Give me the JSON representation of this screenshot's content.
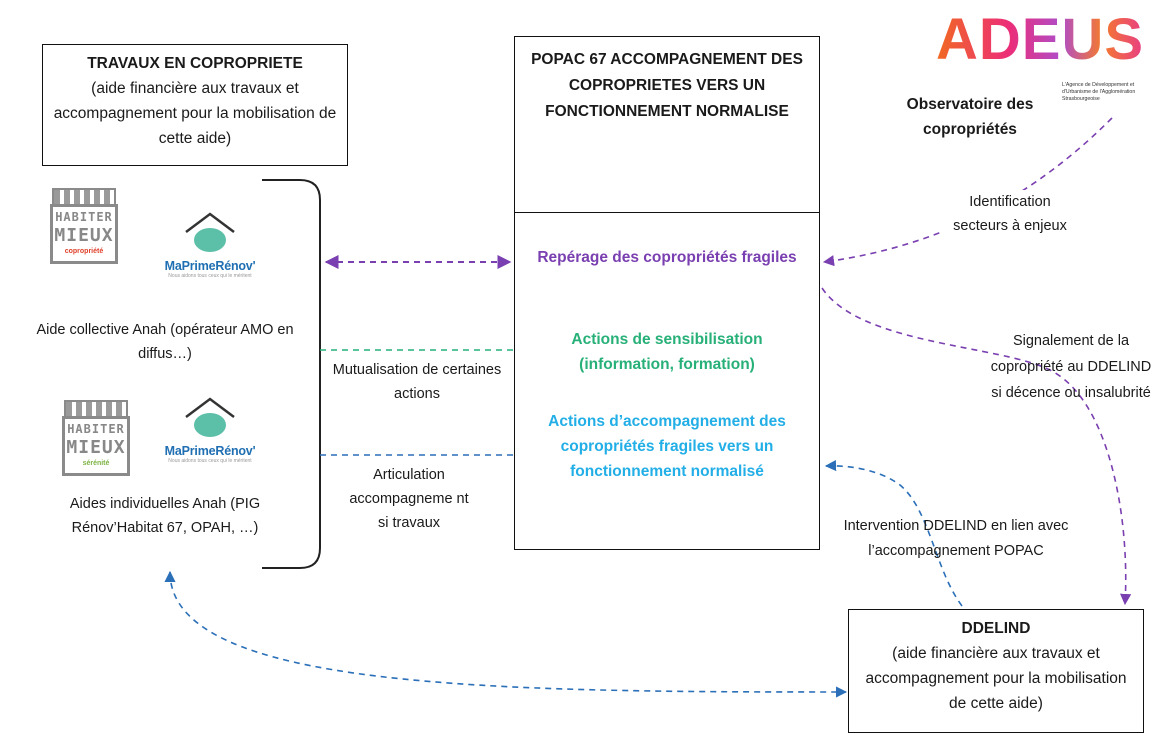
{
  "travaux": {
    "title": "TRAVAUX EN COPROPRIETE",
    "desc": "(aide financière aux travaux et accompagnement pour la mobilisation de cette aide)"
  },
  "popac": {
    "title": "POPAC 67 ACCOMPAGNEMENT DES COPROPRIETES VERS UN FONCTIONNEMENT NORMALISE",
    "action1": "Repérage des copropriétés fragiles",
    "action2": "Actions de sensibilisation (information, formation)",
    "action3": "Actions d’accompagnement des copropriétés fragiles vers un fonctionnement normalisé"
  },
  "ddelind": {
    "title": "DDELIND",
    "desc": "(aide financière aux travaux et accompagnement pour la mobilisation de cette aide)"
  },
  "adeus": {
    "wordmark": "ADEUS",
    "subtitle": "L'Agence de Développement et d'Urbanisme de l'Agglomération Strasbourgeoise",
    "observatoire": "Observatoire des copropriétés"
  },
  "logos": {
    "habiter_line1": "HABITER",
    "habiter_line2": "MIEUX",
    "habiter_sub1": "copropriété",
    "habiter_sub2": "sérénité",
    "mpr_name": "MaPrimeRénov'",
    "mpr_tagline": "Nous aidons tous ceux qui le méritent"
  },
  "captions": {
    "aide_collective": "Aide collective Anah (opérateur AMO en diffus…)",
    "aides_individuelles": "Aides individuelles Anah (PIG Rénov’Habitat 67, OPAH, …)"
  },
  "link_labels": {
    "mutualisation": "Mutualisation de certaines actions",
    "articulation": "Articulation accompagneme nt si travaux",
    "identification": "Identification secteurs à enjeux",
    "signalement": "Signalement de la copropriété au DDELIND si décence ou insalubrité",
    "intervention": "Intervention DDELIND en lien avec l’accompagnement POPAC"
  },
  "colors": {
    "purple": "#7a3fb0",
    "green": "#27b078",
    "cyan": "#22aee6",
    "blue_arrow": "#2a6fb8",
    "border": "#111111"
  }
}
